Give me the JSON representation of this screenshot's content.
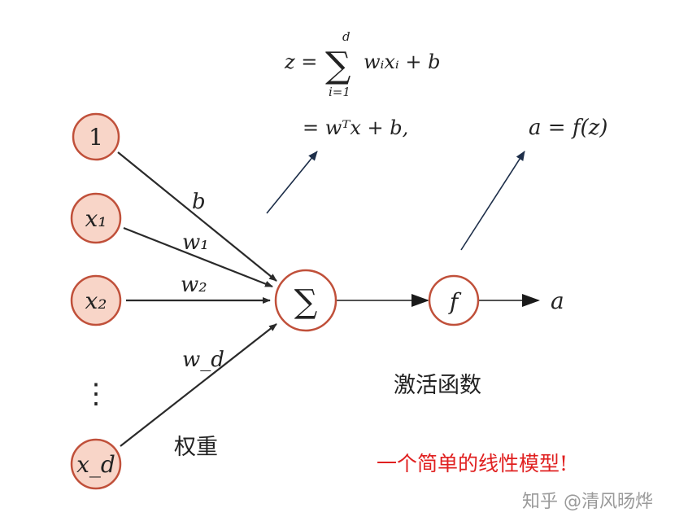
{
  "colors": {
    "node_fill": "#f8d5c8",
    "node_stroke": "#c0503a",
    "line": "#2a2a2a",
    "arrow_up": "#1e2f4a",
    "red_text": "#e02020",
    "watermark": "#9a9a9a"
  },
  "formula": {
    "lhs": "z =",
    "sum_upper": "d",
    "sum_symbol": "∑",
    "sum_lower": "i=1",
    "sum_body": "wᵢxᵢ + b",
    "line2": "= wᵀx + b,"
  },
  "activation_formula": "a = f(z)",
  "inputs": {
    "bias": "1",
    "x1": "x₁",
    "x2": "x₂",
    "dots": "⋮",
    "xd": "x_d"
  },
  "weights": {
    "b": "b",
    "w1": "w₁",
    "w2": "w₂",
    "wd": "w_d"
  },
  "sum_node": "∑",
  "f_node": "f",
  "output": "a",
  "labels": {
    "activation_function": "激活函数",
    "weights": "权重",
    "caption": "一个简单的线性模型!"
  },
  "watermark": "知乎 @清风旸烨"
}
